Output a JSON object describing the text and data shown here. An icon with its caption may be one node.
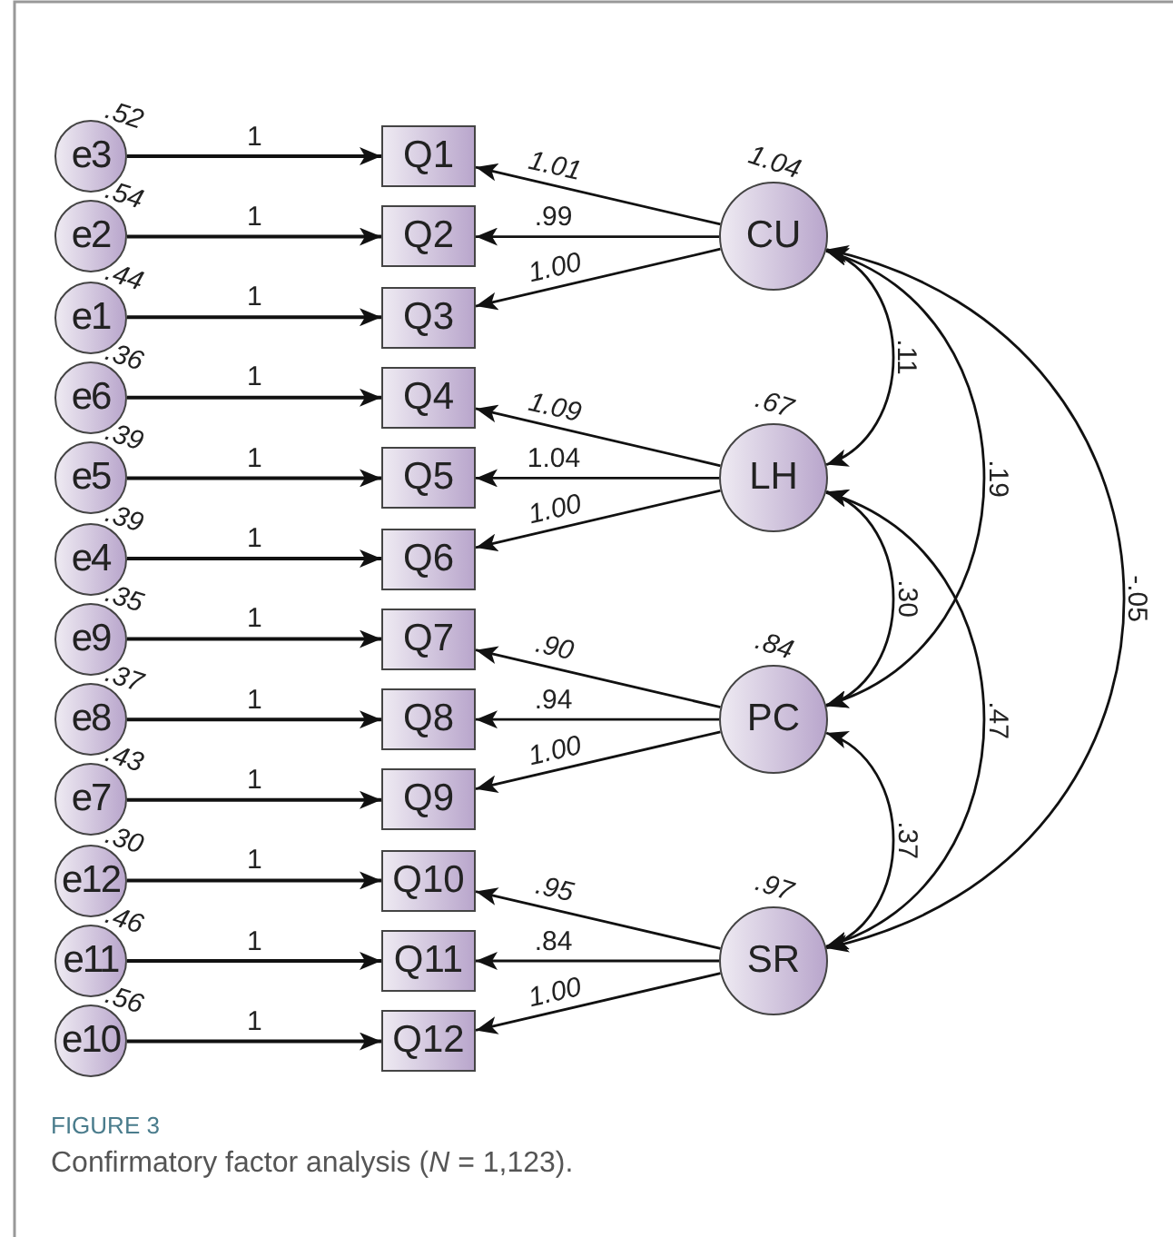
{
  "diagram": {
    "caption": "Confirmatory factor analysis (*N* = 1,123).",
    "nodes": [
      {
        "text": [
          "e3"
        ],
        "beside": [
          ".52"
        ]
      },
      {
        "text": [
          "e2"
        ],
        "beside": [
          ".54"
        ]
      },
      {
        "text": [
          "e1"
        ],
        "beside": [
          ".44"
        ]
      },
      {
        "text": [
          "e6"
        ],
        "beside": [
          ".36"
        ]
      },
      {
        "text": [
          "e5"
        ],
        "beside": [
          ".39"
        ]
      },
      {
        "text": [
          "e4"
        ],
        "beside": [
          ".39"
        ]
      },
      {
        "text": [
          "e9"
        ],
        "beside": [
          ".35"
        ]
      },
      {
        "text": [
          "e8"
        ],
        "beside": [
          ".37"
        ]
      },
      {
        "text": [
          "e7"
        ],
        "beside": [
          ".43"
        ]
      },
      {
        "text": [
          "e12"
        ],
        "beside": [
          ".30"
        ]
      },
      {
        "text": [
          "e11"
        ],
        "beside": [
          ".46"
        ]
      },
      {
        "text": [
          "e10"
        ],
        "beside": [
          ".56"
        ]
      },
      {
        "text": [
          "Q1"
        ]
      },
      {
        "text": [
          "Q2"
        ]
      },
      {
        "text": [
          "Q3"
        ]
      },
      {
        "text": [
          "Q4"
        ]
      },
      {
        "text": [
          "Q5"
        ]
      },
      {
        "text": [
          "Q6"
        ]
      },
      {
        "text": [
          "Q7"
        ]
      },
      {
        "text": [
          "Q8"
        ]
      },
      {
        "text": [
          "Q9"
        ]
      },
      {
        "text": [
          "Q10"
        ]
      },
      {
        "text": [
          "Q11"
        ]
      },
      {
        "text": [
          "Q12"
        ]
      },
      {
        "text": [
          "CU"
        ],
        "beside": [
          "1.04"
        ]
      },
      {
        "text": [
          "LH"
        ],
        "beside": [
          ".67"
        ]
      },
      {
        "text": [
          "PC"
        ],
        "beside": [
          ".84"
        ]
      },
      {
        "text": [
          "SR"
        ],
        "beside": [
          ".97"
        ]
      }
    ],
    "edges": [
      {
        "from": 0,
        "to": 12,
        "arrow": "to",
        "label": "1"
      },
      {
        "from": 1,
        "to": 13,
        "arrow": "to",
        "label": "1"
      },
      {
        "from": 2,
        "to": 14,
        "arrow": "to",
        "label": "1"
      },
      {
        "from": 3,
        "to": 15,
        "arrow": "to",
        "label": "1"
      },
      {
        "from": 4,
        "to": 16,
        "arrow": "to",
        "label": "1"
      },
      {
        "from": 5,
        "to": 17,
        "arrow": "to",
        "label": "1"
      },
      {
        "from": 6,
        "to": 18,
        "arrow": "to",
        "label": "1"
      },
      {
        "from": 7,
        "to": 19,
        "arrow": "to",
        "label": "1"
      },
      {
        "from": 8,
        "to": 20,
        "arrow": "to",
        "label": "1"
      },
      {
        "from": 9,
        "to": 21,
        "arrow": "to",
        "label": "1"
      },
      {
        "from": 10,
        "to": 22,
        "arrow": "to",
        "label": "1"
      },
      {
        "from": 11,
        "to": 23,
        "arrow": "to",
        "label": "1"
      },
      {
        "from": 24,
        "to": 12,
        "arrow": "to",
        "label": "1.01"
      },
      {
        "from": 24,
        "to": 13,
        "arrow": "to",
        "label": ".99"
      },
      {
        "from": 24,
        "to": 14,
        "arrow": "to",
        "label": "1.00"
      },
      {
        "from": 25,
        "to": 15,
        "arrow": "to",
        "label": "1.09"
      },
      {
        "from": 25,
        "to": 16,
        "arrow": "to",
        "label": "1.04"
      },
      {
        "from": 25,
        "to": 17,
        "arrow": "to",
        "label": "1.00"
      },
      {
        "from": 26,
        "to": 18,
        "arrow": "to",
        "label": ".90"
      },
      {
        "from": 26,
        "to": 19,
        "arrow": "to",
        "label": ".94"
      },
      {
        "from": 26,
        "to": 20,
        "arrow": "to",
        "label": "1.00"
      },
      {
        "from": 27,
        "to": 21,
        "arrow": "to",
        "label": ".95"
      },
      {
        "from": 27,
        "to": 22,
        "arrow": "to",
        "label": ".84"
      },
      {
        "from": 27,
        "to": 23,
        "arrow": "to",
        "label": "1.00"
      },
      {
        "from": 24,
        "to": 25,
        "arrow": "both",
        "label": ".11"
      },
      {
        "from": 24,
        "to": 26,
        "arrow": "both",
        "label": ".19"
      },
      {
        "from": 24,
        "to": 27,
        "arrow": "both",
        "label": "-.05"
      },
      {
        "from": 25,
        "to": 26,
        "arrow": "both",
        "label": ".30"
      },
      {
        "from": 25,
        "to": 27,
        "arrow": "both",
        "label": ".47"
      },
      {
        "from": 26,
        "to": 27,
        "arrow": "both",
        "label": ".37"
      }
    ],
    "labels": [
      "FIGURE 3"
    ]
  }
}
